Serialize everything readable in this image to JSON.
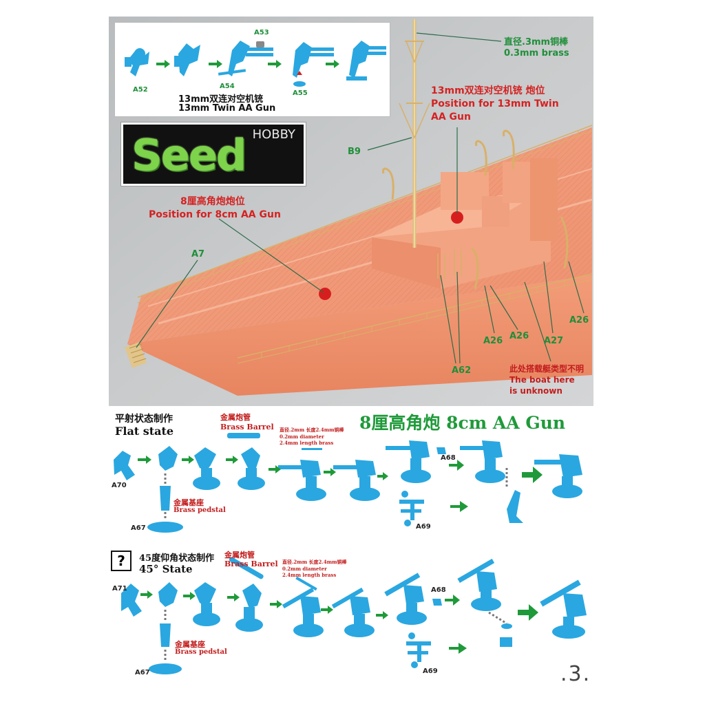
{
  "inset": {
    "parts": [
      "A52",
      "A53",
      "A54",
      "A55"
    ],
    "caption_cn": "13mm双连对空机铳",
    "caption_en": "13mm Twin AA Gun"
  },
  "logo": {
    "word": "Seed",
    "sub": "HOBBY"
  },
  "photo_labels": {
    "mast_cn": "直径.3mm铜棒",
    "mast_en": "0.3mm brass",
    "twin_cn": "13mm双连对空机铳 炮位",
    "twin_en1": "Position for 13mm Twin",
    "twin_en2": "AA Gun",
    "b9": "B9",
    "aa8_cn": "8厘高角炮炮位",
    "aa8_en": "Position for 8cm AA Gun",
    "a7": "A7",
    "a26a": "A26",
    "a26b": "A26",
    "a26c": "A26",
    "a27": "A27",
    "a62": "A62",
    "boat_cn": "此处搭载艇类型不明",
    "boat_en1": "The boat here",
    "boat_en2": "is unknown"
  },
  "section": {
    "title": "8厘高角炮 8cm AA Gun",
    "flat_cn": "平射状态制作",
    "flat_en": "Flat state",
    "state45_cn": "45度仰角状态制作",
    "state45_en": "45° State",
    "question": "?",
    "barrel_cn": "金属炮管",
    "barrel_en": "Brass Barrel",
    "rod_cn": "直径.2mm 长度2.4mm铜棒",
    "rod_en1": "0.2mm diameter",
    "rod_en2": "2.4mm length brass",
    "pedestal_cn": "金属基座",
    "pedestal_en": "Brass pedstal",
    "parts": {
      "a70": "A70",
      "a67a": "A67",
      "a68a": "A68",
      "a69a": "A69",
      "a71": "A71",
      "a67b": "A67",
      "a68b": "A68",
      "a69b": "A69"
    }
  },
  "page_number": ".3.",
  "colors": {
    "part_blue": "#2aa7e0",
    "hull": "#f0936f",
    "arrow_green": "#1f9a3a",
    "label_red": "#d42222",
    "label_green": "#1f8f3a"
  }
}
